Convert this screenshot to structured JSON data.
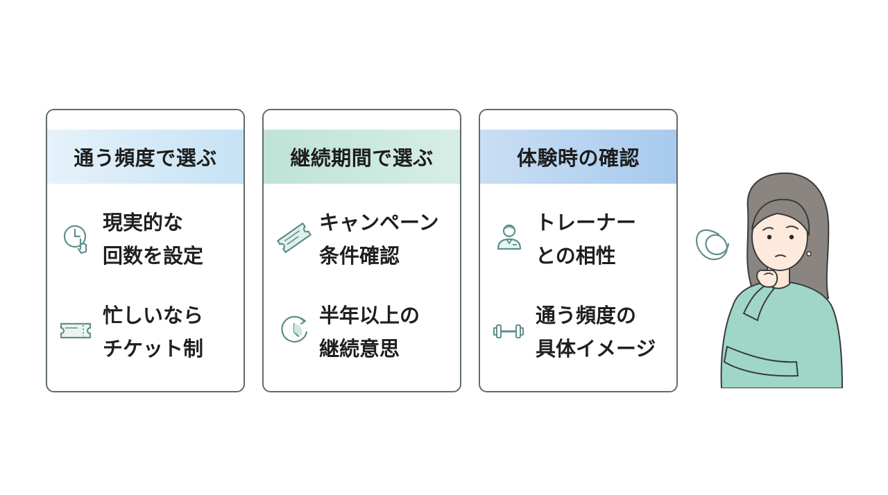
{
  "colors": {
    "header_blue_light": "#cfe6f5",
    "header_green": "#cde9df",
    "header_blue": "#a9cdef",
    "border": "#5f6b6b",
    "icon_stroke": "#5e8f8a",
    "sweater": "#9fd6c8",
    "hair": "#8a8580"
  },
  "cards": [
    {
      "title": "通う頻度で選ぶ",
      "items": [
        {
          "icon": "clock-hand-icon",
          "line1": "現実的な",
          "line2": "回数を設定"
        },
        {
          "icon": "ticket-icon",
          "line1": "忙しいなら",
          "line2": "チケット制"
        }
      ]
    },
    {
      "title": "継続期間で選ぶ",
      "items": [
        {
          "icon": "coupon-icon",
          "line1": "キャンペーン",
          "line2": "条件確認"
        },
        {
          "icon": "timer-icon",
          "line1": "半年以上の",
          "line2": "継続意思"
        }
      ]
    },
    {
      "title": "体験時の確認",
      "items": [
        {
          "icon": "trainer-icon",
          "line1": "トレーナー",
          "line2": "との相性"
        },
        {
          "icon": "dumbbell-icon",
          "line1": "通う頻度の",
          "line2": "具体イメージ"
        }
      ]
    }
  ]
}
